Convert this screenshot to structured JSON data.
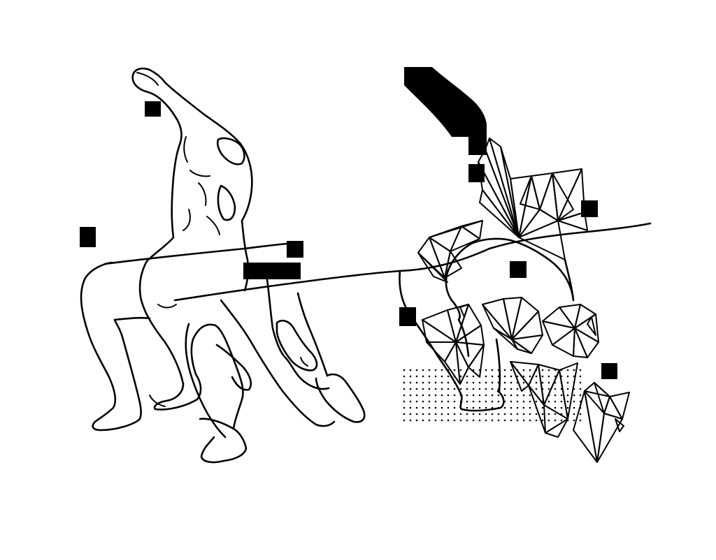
{
  "artwork": {
    "background_color": "#ffffff",
    "ink_color": "#000000",
    "figures": [
      {
        "name": "organic-figure",
        "style": "contour line drawing"
      },
      {
        "name": "low-poly-figure",
        "style": "triangulated mesh"
      }
    ],
    "redaction_block_count": 10,
    "has_dot_pattern": true
  }
}
